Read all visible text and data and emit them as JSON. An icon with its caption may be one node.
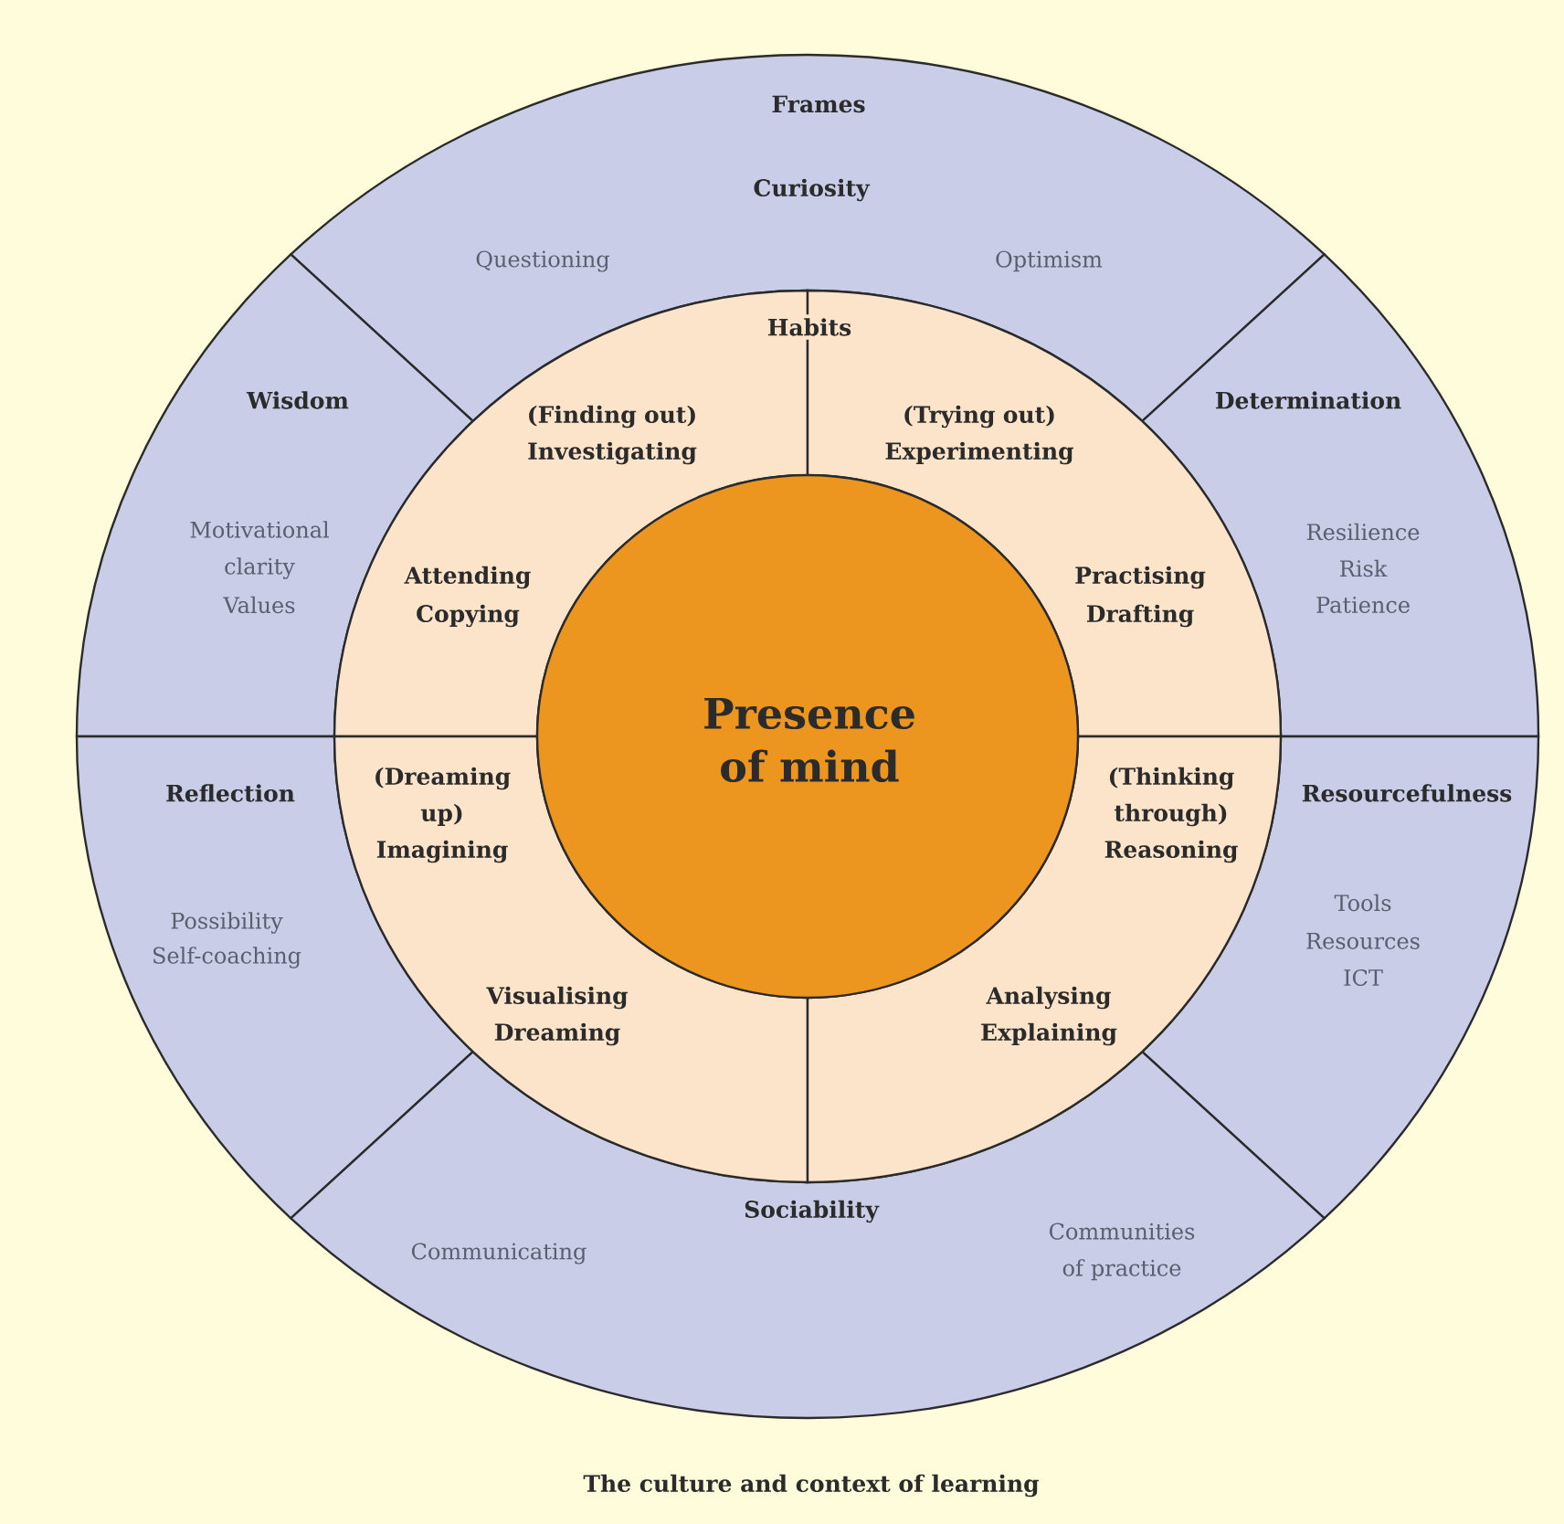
{
  "diagram": {
    "caption": "The culture and context of learning",
    "nodes": [
      {
        "text": [
          "Curiosity",
          "Questioning",
          "Optimism"
        ]
      },
      {
        "text": [
          "Wisdom",
          "Motivational clarity",
          "Values"
        ]
      },
      {
        "text": [
          "Determination",
          "Resilience",
          "Risk",
          "Patience"
        ]
      },
      {
        "text": [
          "Reflection",
          "Possibility",
          "Self-coaching"
        ]
      },
      {
        "text": [
          "Resourcefulness",
          "Tools",
          "Resources",
          "ICT"
        ]
      },
      {
        "text": [
          "Sociability",
          "Communicating",
          "Communities of practice"
        ]
      },
      {
        "text": [
          "(Finding out) Investigating",
          "Attending",
          "Copying"
        ]
      },
      {
        "text": [
          "(Trying out) Experimenting",
          "Practising",
          "Drafting"
        ]
      },
      {
        "text": [
          "(Dreaming up) Imagining",
          "Visualising",
          "Dreaming"
        ]
      },
      {
        "text": [
          "(Thinking through) Reasoning",
          "Analysing",
          "Explaining"
        ]
      },
      {
        "text": [
          "Presence of mind"
        ]
      }
    ],
    "labels": [
      "Frames",
      "Habits"
    ]
  }
}
